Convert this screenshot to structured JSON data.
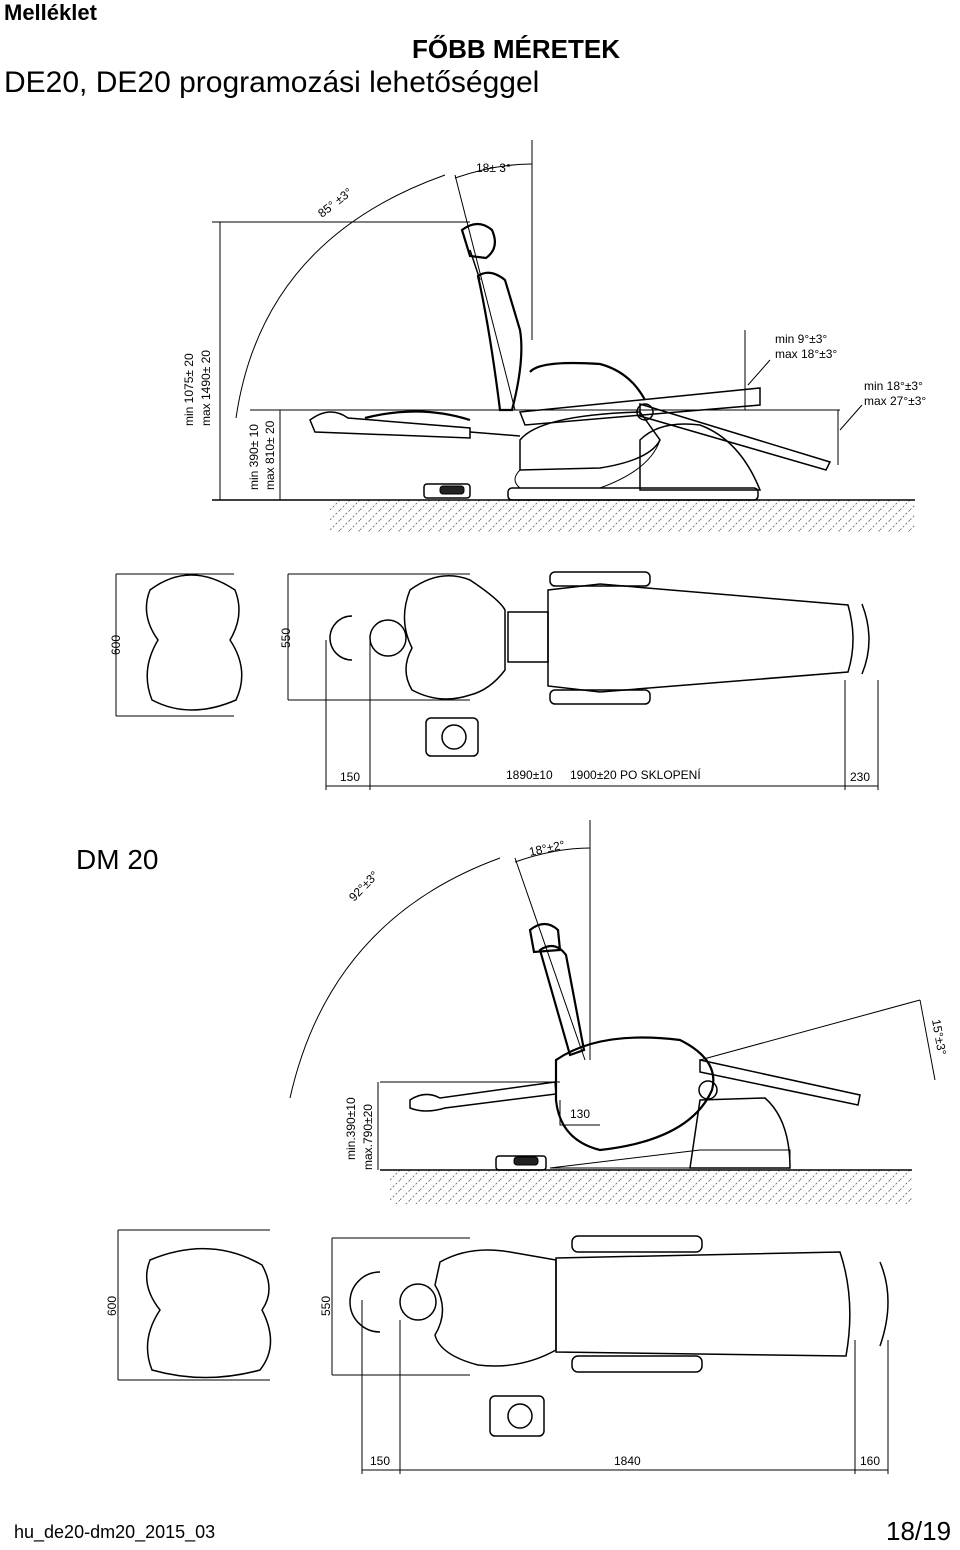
{
  "header": {
    "appendix_label": "Melléklet",
    "title": "FŐBB MÉRETEK",
    "subtitle": "DE20, DE20  programozási lehetőséggel"
  },
  "section_dm": {
    "title": "DM 20"
  },
  "footer": {
    "doc_id": "hu_de20-dm20_2015_03",
    "page": "18/19"
  },
  "de20": {
    "side": {
      "angle_back": "85° ±3°",
      "angle_head": "18± 3°",
      "angle_seat": "min 9°±3°",
      "angle_seat_max": "max 18°±3°",
      "angle_foot": "min 18°±3°",
      "angle_foot_max": "max 27°±3°",
      "height_total_min": "min 1075± 20",
      "height_total_max": "max 1490± 20",
      "height_seat_min": "min 390± 10",
      "height_seat_max": "max 810± 20"
    },
    "top": {
      "width_headrest": "600",
      "width_back": "550",
      "len_left": "150",
      "len_main": "1890±10",
      "len_tilted": "1900±20 PO SKLOPENÍ",
      "len_right": "230"
    }
  },
  "dm20": {
    "side": {
      "angle_back": "92°±3°",
      "angle_head": "18°±2°",
      "angle_foot": "15°±3°",
      "height_min": "min.390±10",
      "height_max": "max.790±20",
      "offset": "130"
    },
    "top": {
      "width_headrest": "600",
      "width_back": "550",
      "len_left": "150",
      "len_main": "1840",
      "len_right": "160"
    }
  }
}
